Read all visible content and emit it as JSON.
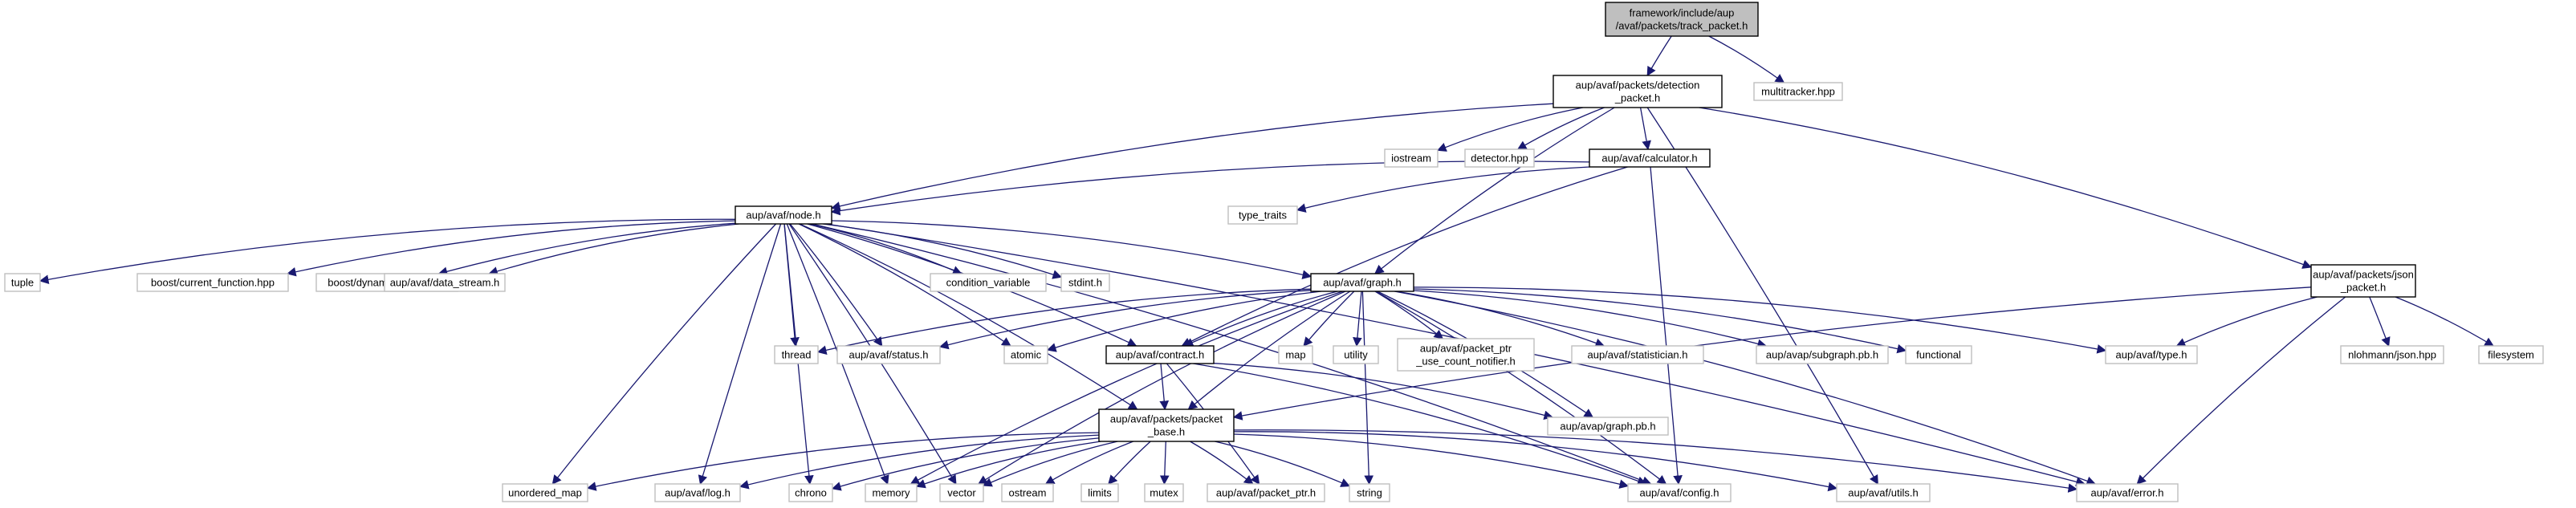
{
  "colors": {
    "edge": "#191970",
    "root_fill": "#bfbfbf",
    "root_border": "#000000",
    "documented_border": "#000000",
    "external_border": "#bfbfbf",
    "text": "#000000"
  },
  "nodes": {
    "track_packet": {
      "lines": [
        "framework/include/aup",
        "/avaf/packets/track_packet.h"
      ],
      "kind": "root"
    },
    "detection_packet": {
      "lines": [
        "aup/avaf/packets/detection",
        "_packet.h"
      ],
      "kind": "documented"
    },
    "multitracker": {
      "lines": [
        "multitracker.hpp"
      ],
      "kind": "external"
    },
    "iostream": {
      "lines": [
        "iostream"
      ],
      "kind": "external"
    },
    "detector": {
      "lines": [
        "detector.hpp"
      ],
      "kind": "external"
    },
    "calculator": {
      "lines": [
        "aup/avaf/calculator.h"
      ],
      "kind": "documented"
    },
    "type_traits": {
      "lines": [
        "type_traits"
      ],
      "kind": "external"
    },
    "node": {
      "lines": [
        "aup/avaf/node.h"
      ],
      "kind": "documented"
    },
    "json_packet": {
      "lines": [
        "aup/avaf/packets/json",
        "_packet.h"
      ],
      "kind": "documented"
    },
    "tuple": {
      "lines": [
        "tuple"
      ],
      "kind": "external"
    },
    "current_function": {
      "lines": [
        "boost/current_function.hpp"
      ],
      "kind": "external"
    },
    "dynamic_bitset": {
      "lines": [
        "boost/dynamic_bitset.hpp"
      ],
      "kind": "external"
    },
    "data_stream": {
      "lines": [
        "aup/avaf/data_stream.h"
      ],
      "kind": "external"
    },
    "condition_variable": {
      "lines": [
        "condition_variable"
      ],
      "kind": "external"
    },
    "stdint": {
      "lines": [
        "stdint.h"
      ],
      "kind": "external"
    },
    "graph": {
      "lines": [
        "aup/avaf/graph.h"
      ],
      "kind": "documented"
    },
    "thread": {
      "lines": [
        "thread"
      ],
      "kind": "external"
    },
    "status": {
      "lines": [
        "aup/avaf/status.h"
      ],
      "kind": "external"
    },
    "atomic": {
      "lines": [
        "atomic"
      ],
      "kind": "external"
    },
    "contract": {
      "lines": [
        "aup/avaf/contract.h"
      ],
      "kind": "documented"
    },
    "map": {
      "lines": [
        "map"
      ],
      "kind": "external"
    },
    "utility": {
      "lines": [
        "utility"
      ],
      "kind": "external"
    },
    "use_count_notifier": {
      "lines": [
        "aup/avaf/packet_ptr",
        "_use_count_notifier.h"
      ],
      "kind": "external"
    },
    "statistician": {
      "lines": [
        "aup/avaf/statistician.h"
      ],
      "kind": "external"
    },
    "subgraph_pb": {
      "lines": [
        "aup/avap/subgraph.pb.h"
      ],
      "kind": "external"
    },
    "functional": {
      "lines": [
        "functional"
      ],
      "kind": "external"
    },
    "type_h": {
      "lines": [
        "aup/avaf/type.h"
      ],
      "kind": "external"
    },
    "nlohmann": {
      "lines": [
        "nlohmann/json.hpp"
      ],
      "kind": "external"
    },
    "filesystem": {
      "lines": [
        "filesystem"
      ],
      "kind": "external"
    },
    "packet_base": {
      "lines": [
        "aup/avaf/packets/packet",
        "_base.h"
      ],
      "kind": "documented"
    },
    "graph_pb": {
      "lines": [
        "aup/avap/graph.pb.h"
      ],
      "kind": "external"
    },
    "unordered_map": {
      "lines": [
        "unordered_map"
      ],
      "kind": "external"
    },
    "log": {
      "lines": [
        "aup/avaf/log.h"
      ],
      "kind": "external"
    },
    "chrono": {
      "lines": [
        "chrono"
      ],
      "kind": "external"
    },
    "memory": {
      "lines": [
        "memory"
      ],
      "kind": "external"
    },
    "vector": {
      "lines": [
        "vector"
      ],
      "kind": "external"
    },
    "ostream": {
      "lines": [
        "ostream"
      ],
      "kind": "external"
    },
    "limits": {
      "lines": [
        "limits"
      ],
      "kind": "external"
    },
    "mutex": {
      "lines": [
        "mutex"
      ],
      "kind": "external"
    },
    "packet_ptr": {
      "lines": [
        "aup/avaf/packet_ptr.h"
      ],
      "kind": "external"
    },
    "string": {
      "lines": [
        "string"
      ],
      "kind": "external"
    },
    "config": {
      "lines": [
        "aup/avaf/config.h"
      ],
      "kind": "external"
    },
    "utils": {
      "lines": [
        "aup/avaf/utils.h"
      ],
      "kind": "external"
    },
    "error": {
      "lines": [
        "aup/avaf/error.h"
      ],
      "kind": "external"
    }
  },
  "edges": [
    [
      "track_packet",
      "detection_packet"
    ],
    [
      "track_packet",
      "multitracker"
    ],
    [
      "detection_packet",
      "iostream"
    ],
    [
      "detection_packet",
      "detector"
    ],
    [
      "detection_packet",
      "calculator"
    ],
    [
      "detection_packet",
      "node"
    ],
    [
      "detection_packet",
      "graph"
    ],
    [
      "detection_packet",
      "json_packet"
    ],
    [
      "detection_packet",
      "utils"
    ],
    [
      "calculator",
      "node"
    ],
    [
      "calculator",
      "type_traits"
    ],
    [
      "calculator",
      "contract"
    ],
    [
      "calculator",
      "config"
    ],
    [
      "node",
      "tuple"
    ],
    [
      "node",
      "current_function"
    ],
    [
      "node",
      "dynamic_bitset"
    ],
    [
      "node",
      "data_stream"
    ],
    [
      "node",
      "condition_variable"
    ],
    [
      "node",
      "stdint"
    ],
    [
      "node",
      "graph"
    ],
    [
      "node",
      "thread"
    ],
    [
      "node",
      "status"
    ],
    [
      "node",
      "atomic"
    ],
    [
      "node",
      "contract"
    ],
    [
      "node",
      "packet_base"
    ],
    [
      "node",
      "unordered_map"
    ],
    [
      "node",
      "log"
    ],
    [
      "node",
      "chrono"
    ],
    [
      "node",
      "memory"
    ],
    [
      "node",
      "vector"
    ],
    [
      "node",
      "config"
    ],
    [
      "node",
      "error"
    ],
    [
      "graph",
      "thread"
    ],
    [
      "graph",
      "status"
    ],
    [
      "graph",
      "atomic"
    ],
    [
      "graph",
      "contract"
    ],
    [
      "graph",
      "map"
    ],
    [
      "graph",
      "utility"
    ],
    [
      "graph",
      "use_count_notifier"
    ],
    [
      "graph",
      "statistician"
    ],
    [
      "graph",
      "subgraph_pb"
    ],
    [
      "graph",
      "functional"
    ],
    [
      "graph",
      "type_h"
    ],
    [
      "graph",
      "graph_pb"
    ],
    [
      "graph",
      "string"
    ],
    [
      "graph",
      "memory"
    ],
    [
      "graph",
      "vector"
    ],
    [
      "graph",
      "config"
    ],
    [
      "graph",
      "error"
    ],
    [
      "graph",
      "packet_base"
    ],
    [
      "contract",
      "packet_base"
    ],
    [
      "contract",
      "graph_pb"
    ],
    [
      "contract",
      "packet_ptr"
    ],
    [
      "contract",
      "config"
    ],
    [
      "json_packet",
      "type_h"
    ],
    [
      "json_packet",
      "nlohmann"
    ],
    [
      "json_packet",
      "filesystem"
    ],
    [
      "json_packet",
      "packet_base"
    ],
    [
      "json_packet",
      "error"
    ],
    [
      "packet_base",
      "unordered_map"
    ],
    [
      "packet_base",
      "log"
    ],
    [
      "packet_base",
      "chrono"
    ],
    [
      "packet_base",
      "memory"
    ],
    [
      "packet_base",
      "vector"
    ],
    [
      "packet_base",
      "ostream"
    ],
    [
      "packet_base",
      "limits"
    ],
    [
      "packet_base",
      "mutex"
    ],
    [
      "packet_base",
      "packet_ptr"
    ],
    [
      "packet_base",
      "string"
    ],
    [
      "packet_base",
      "config"
    ],
    [
      "packet_base",
      "utils"
    ],
    [
      "packet_base",
      "error"
    ]
  ]
}
